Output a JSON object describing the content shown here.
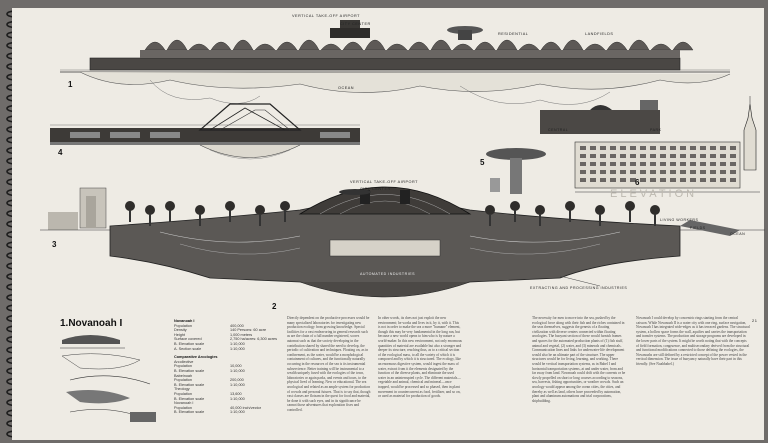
{
  "book": {
    "title": "1.Novanoah I",
    "page_number": "21"
  },
  "figures": {
    "fig1_label": "1",
    "fig2_label": "2",
    "fig3_label": "3",
    "fig4_label": "4",
    "fig5_label": "5",
    "fig6_label": "6"
  },
  "annotations": {
    "vertical_takeoff_airport_top": "VERTICAL TAKE-OFF AIRPORT",
    "city_center_top": "CITY CENTER",
    "residential": "RESIDENTIAL",
    "landfields": "LANDFIELDS",
    "ocean": "OCEAN",
    "vertical_takeoff_airport_mid": "VERTICAL TAKE-OFF AIRPORT",
    "city_center_mid": "CITY CENTER",
    "central": "CENTRAL",
    "park": "PARK",
    "elevation": "ELEVATION",
    "living_workers": "LIVING WORKERS",
    "fields": "FIELDS",
    "ocean_right": "OCEAN",
    "automated_industries": "AUTOMATED INDUSTRIES",
    "extracting": "EXTRACTING AND PROCESSING INDUSTRIES"
  },
  "stats": {
    "heading": "Novanoah I",
    "labels": [
      "Population",
      "Density",
      "Height",
      "Surface covered",
      "B. Elevation scale",
      "A. Section scale"
    ],
    "values": [
      "400,000",
      "140 Persons: 60 acre",
      "1,000 meters",
      "2,750 ha/acres: 6,300 acres",
      "1:10,000",
      "1:10,000"
    ],
    "comparative_heading": "Comparative Arcologies",
    "comparative": [
      [
        "Arcollective",
        ""
      ],
      [
        "Population",
        "10,000"
      ],
      [
        "B. Elevation scale",
        "1:10,000"
      ],
      [
        "Babelnoah",
        ""
      ],
      [
        "Population",
        "200,000"
      ],
      [
        "B. Elevation scale",
        "1:10,000"
      ],
      [
        "Theology",
        ""
      ],
      [
        "Population",
        "13,600"
      ],
      [
        "B. Elevation scale",
        "1:10,000"
      ],
      [
        "Novanoah I",
        ""
      ],
      [
        "Population",
        "40,000 inch/vector"
      ],
      [
        "B. Elevation scale",
        "1:10,000"
      ]
    ]
  },
  "text_columns": [
    "Directly dependent on the productive processes would be many specialized laboratories for investigating new production ecology from growing knowledge. Special facilities for a vast endeavoring in general research such as are the chain of a full number registered, scores automat such as that the society developing in the contribution shared by shared the need to develop, the periodic of cultivation and techniques. Floating on, as in confinement, as the water, would be a morphological containment of cultures, and the functionally naturally occurring in the resources of the sea is its instrumental subservience. Better training will be instrumental to a wealth uniquely fused with the ecologies of the town, laboratories or again parks, and events and tours, to the physical lived of learning. New or educational. The sea arcological and related as an ample system for production of crowds and personal futures. That is to say that, though vast classes are flotsam in the quest for food and material, be done it with such eyes, and in its significance he cannot those adventures that exploration fixes and controlled.",
    "In other words, its does not just exploit the new environment; he works and lives in it, by it, with it. This is not in order to make the sea a more \"humane\" element, though this may be very fundamental in the long run, but because a new world opens to him who is by nature a world-maker. In this new environment, not only enormous quantities of material are available but also a stronger and deeper its structure, reaching thus, as to a critical section of the ecological mass, to all the variety of which it is composed and by which it is structured. The ecology, like an enormous digestive system, would ingest the mass of water, extract from it the elements designated by the function of the diverse plants, and eliminate the used water in an uninterrupted cycle. The different materials—vegetable and animal, chemical and mineral—once trapped, would be processed and so phased, then in plant movement in countercurrent as food, fertilizer, and so on, or used as material for production of goods.",
    "The necessity for men to move into the sea, pushed by the ecological force along with their fish and the riches contained in the seas themselves, suggests the genesis of a floating civilization with diverse centers connected within floating arcologies. The buoyant section of these would furnish frames and spaces for the automated production plants of (1) fish stuff, animal and vegetal, (2) water, and (3) minerals and chemicals. Communication lines and links for underwater-life development would also be an ultimate part of the structure. The upper structures would be for living, learning, and working. There would be vertical transportation systems, as in Babel I and horizontal transportation systems, at and under water, from and far away from land. Novanoah could drift with the currents or be slowly propelled on short or long courses according to seasons, sea, harvests, fishing opportunities, or weather crowds. Such an arcology would appear among the ocean cities, the cities, and thereby as well as land, others have proceeded by automation, plant and aluminum automations and trial corporations, shipbuilding.",
    "Novanoah I could develop by concentric rings starting from the central caisson. While Novanoah II is a water city with one ring, surface navigation, Novanoah I has integrated wide-edges as it has terraced gardens. The structural system, a hollow space forms the wall, aquifies and carries the transportation and transfer systems. The production and storage programs are developed in the lower parts of the system. It might be worth noting that with the concepts of field formation, congruence, and multisecondary derived from the structural and functional modifications connected to those defining the ecologies, the Novanoahs are still defined by a restricted concept of the power vested in the vertical dimension. The issue of buoyancy naturally have their part in this friendly. (See Noahbabel.)"
  ]
}
